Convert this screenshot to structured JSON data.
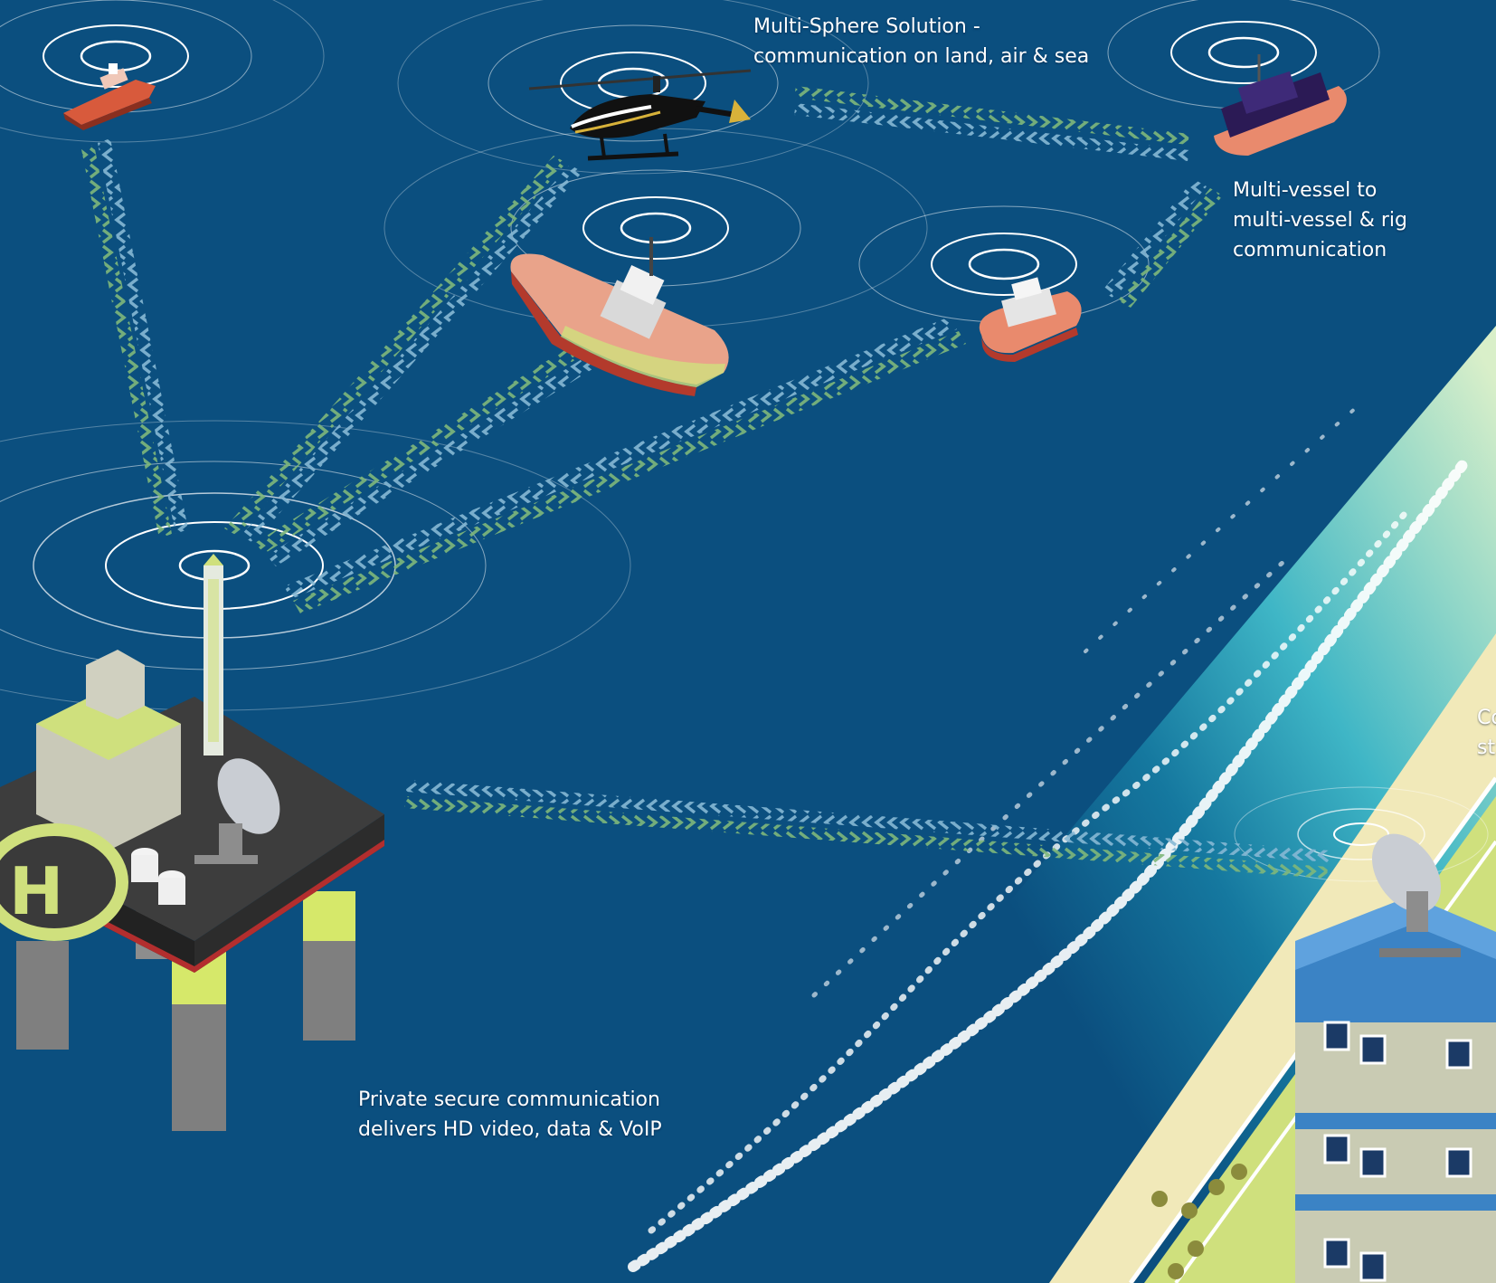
{
  "captions": {
    "multi_sphere": {
      "line1": "Multi-Sphere Solution -",
      "line2": "communication on land, air & sea"
    },
    "multi_vessel": {
      "line1": "Multi-vessel to",
      "line2": "multi-vessel & rig",
      "line3": "communication"
    },
    "private_secure": {
      "line1": "Private secure communication",
      "line2": "delivers HD video, data & VoIP"
    },
    "edge_cut": {
      "line1": "Co",
      "line2": "st"
    }
  },
  "helipad_letter": "H",
  "colors": {
    "sea": "#0b4f7f",
    "sea_shallow": "#1b8fb8",
    "surf": "#57c7d3",
    "sand": "#f1e9b9",
    "grass": "#cfe07d",
    "link_green": "#7fb77a",
    "link_blue": "#86b8d4",
    "accent_lime": "#c7dd3c",
    "building_blue": "#3b83c5"
  },
  "icons": {
    "platform": "oil-rig-platform-icon",
    "satellite_dish": "satellite-dish-icon",
    "helicopter": "helicopter-icon",
    "ship": "ship-icon",
    "building": "coastal-building-icon"
  }
}
